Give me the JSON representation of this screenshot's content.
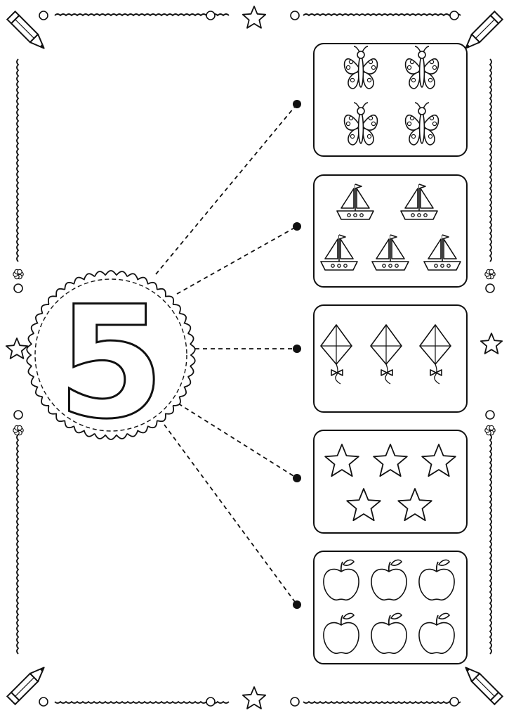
{
  "worksheet": {
    "numeral": "5",
    "answer_box_index": 1,
    "boxes": [
      {
        "icon": "butterfly-icon",
        "count": 4
      },
      {
        "icon": "sailboat-icon",
        "count": 5
      },
      {
        "icon": "kite-icon",
        "count": 3
      },
      {
        "icon": "star-icon",
        "count": 5
      },
      {
        "icon": "apple-icon",
        "count": 6
      }
    ]
  },
  "colors": {
    "ink": "#111111",
    "paper": "#ffffff"
  }
}
